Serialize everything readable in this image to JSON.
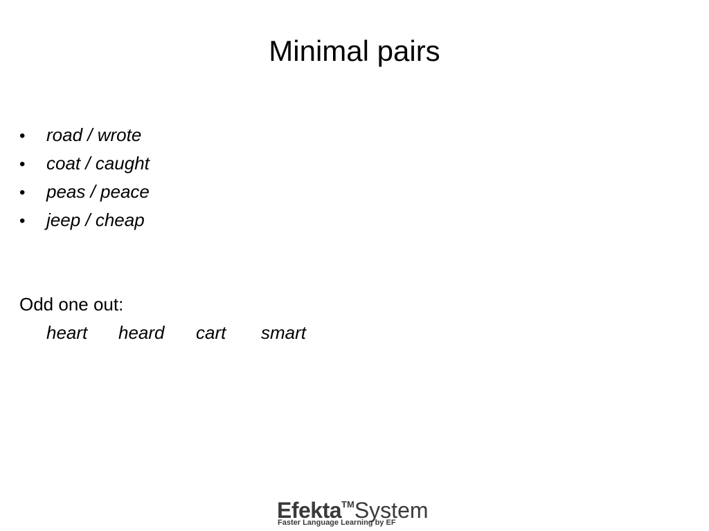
{
  "slide": {
    "title": "Minimal pairs",
    "bullet_symbol": "•",
    "pairs": [
      "road / wrote",
      "coat / caught",
      "peas / peace",
      "jeep / cheap"
    ],
    "odd_one_out": {
      "heading": "Odd one out:",
      "words": [
        "heart",
        "heard",
        "cart",
        "smart"
      ]
    }
  },
  "footer": {
    "logo": {
      "brand": "Efekta",
      "trademark": "TM",
      "product": "System",
      "tagline": "Faster Language Learning by EF",
      "color": "#3a3a3a"
    }
  }
}
